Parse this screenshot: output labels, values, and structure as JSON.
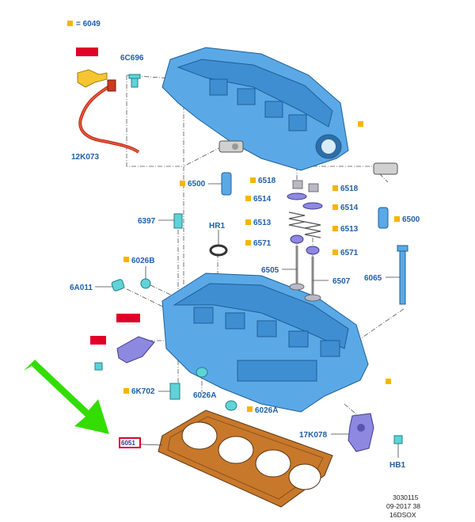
{
  "legend": {
    "text": "= 6049",
    "color": "#f7b500"
  },
  "labels": {
    "p6C696": "6C696",
    "p12K073": "12K073",
    "p6500_l": "6500",
    "p6500_r": "6500",
    "p6518_l": "6518",
    "p6518_r": "6518",
    "p6514_l": "6514",
    "p6514_r": "6514",
    "p6513_l": "6513",
    "p6513_r": "6513",
    "p6571_l": "6571",
    "p6571_r": "6571",
    "p6505": "6505",
    "p6507": "6507",
    "p6397": "6397",
    "pHR1": "HR1",
    "p6026B": "6026B",
    "p6A011": "6A011",
    "p6065": "6065",
    "p6K702": "6K702",
    "p6026A_1": "6026A",
    "p6026A_2": "6026A",
    "p17K078": "17K078",
    "pHB1": "HB1",
    "p6051": "6051"
  },
  "footer": {
    "line1": "3030115",
    "line2": "09-2017 38",
    "line3": "16DSOX"
  },
  "colors": {
    "label_text": "#1f5fa8",
    "redbox": "#e0002a",
    "marker": "#f7b500",
    "arrow": "#33dd00",
    "gasket": "#c8782a"
  }
}
